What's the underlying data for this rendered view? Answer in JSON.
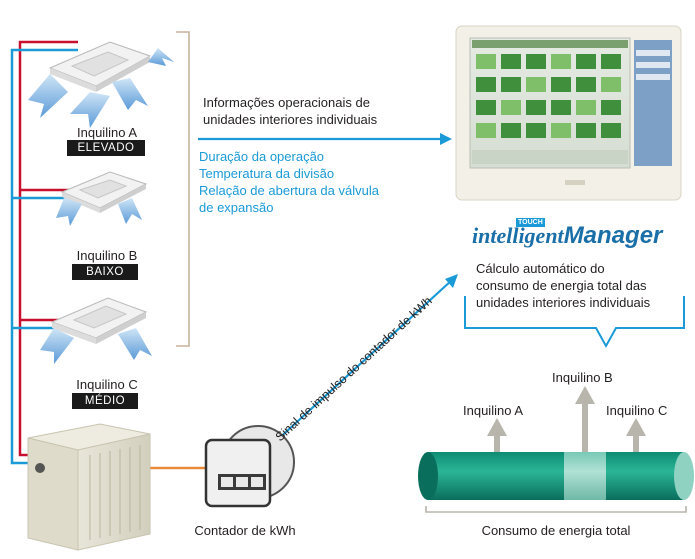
{
  "tenants": [
    {
      "name": "Inquilino A",
      "level": "ELEVADO"
    },
    {
      "name": "Inquilino B",
      "level": "BAIXO"
    },
    {
      "name": "Inquilino C",
      "level": "MÉDIO"
    }
  ],
  "info_title": [
    "Informações operacionais de",
    "unidades interiores individuais"
  ],
  "info_items": [
    "Duração da operação",
    "Temperatura da divisão",
    "Relação de abertura da válvula",
    "de expansão"
  ],
  "pulse_signal": "Sinal de impulso do contador de kWh",
  "meter_label": "Contador de kWh",
  "brand": {
    "prefix": "intelligent",
    "suffix": "Manager",
    "badge": "TOUCH"
  },
  "calc_text": [
    "Cálculo automático do",
    "consumo de energia total das",
    "unidades interiores individuais"
  ],
  "bar_labels": {
    "a": "Inquilino A",
    "b": "Inquilino B",
    "c": "Inquilino C"
  },
  "total_label": "Consumo de energia total",
  "colors": {
    "red": "#c8102e",
    "blue": "#1a9ad6",
    "orange": "#e8893a",
    "teal": "#0c9078",
    "light_teal": "#8fd2c2"
  }
}
